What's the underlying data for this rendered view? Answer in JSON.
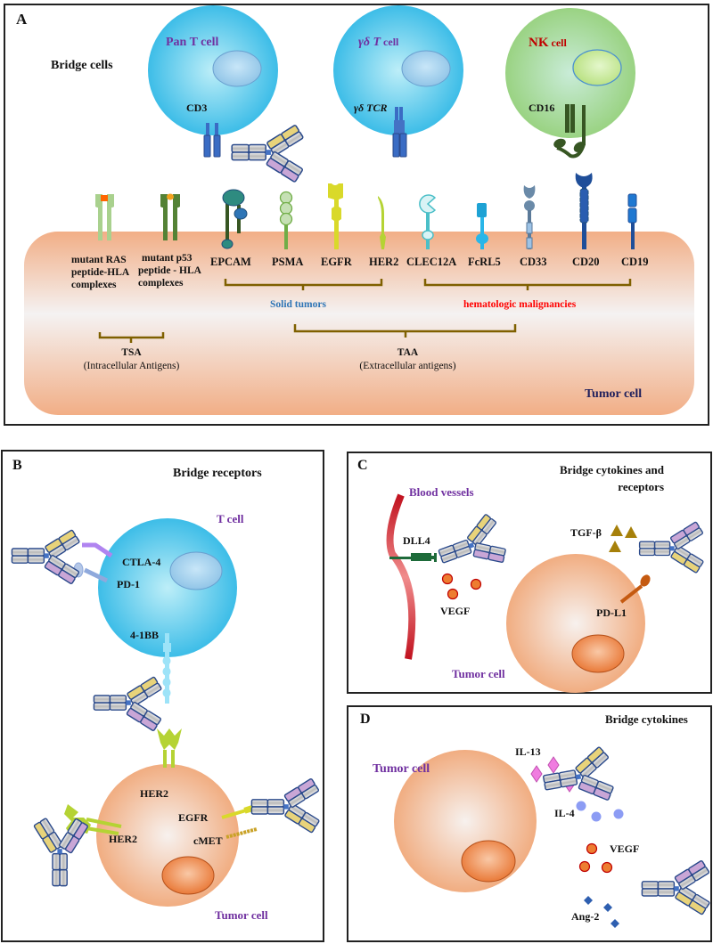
{
  "panel_a": {
    "letter": "A",
    "heading": "Bridge cells",
    "cells": [
      {
        "name": "Pan T cell",
        "receptor": "CD3"
      },
      {
        "name_prefix": "γδ T",
        "name_suffix": " cell",
        "receptor": "γδ TCR"
      },
      {
        "name_prefix": "NK",
        "name_suffix": " cell",
        "receptor": "CD16"
      }
    ],
    "antigens": [
      {
        "label_lines": [
          "mutant RAS",
          "peptide-HLA",
          "complexes"
        ]
      },
      {
        "label_lines": [
          "mutant p53",
          "peptide - HLA",
          "complexes"
        ]
      },
      {
        "label": "EPCAM"
      },
      {
        "label": "PSMA"
      },
      {
        "label": "EGFR"
      },
      {
        "label": "HER2"
      },
      {
        "label": "CLEC12A"
      },
      {
        "label": "FcRL5"
      },
      {
        "label": "CD33"
      },
      {
        "label": "CD20"
      },
      {
        "label": "CD19"
      }
    ],
    "groups": {
      "solid": "Solid tumors",
      "heme": "hematologic malignancies",
      "tsa_line1": "TSA",
      "tsa_line2": "(Intracellular Antigens)",
      "taa_line1": "TAA",
      "taa_line2": "(Extracellular antigens)"
    },
    "tumor_label": "Tumor cell"
  },
  "panel_b": {
    "letter": "B",
    "heading": "Bridge receptors",
    "t_cell": "T cell",
    "ctla4": "CTLA-4",
    "pd1": "PD-1",
    "bb4": "4-1BB",
    "her2_top": "HER2",
    "her2_left": "HER2",
    "egfr": "EGFR",
    "cmet": "cMET",
    "tumor_label": "Tumor cell"
  },
  "panel_c": {
    "letter": "C",
    "heading_line1": "Bridge cytokines and",
    "heading_line2": "receptors",
    "blood_vessels": "Blood vessels",
    "dll4": "DLL4",
    "vegf": "VEGF",
    "tgfb": "TGF-β",
    "pdl1": "PD-L1",
    "tumor_label": "Tumor cell"
  },
  "panel_d": {
    "letter": "D",
    "heading": "Bridge cytokines",
    "tumor_label": "Tumor cell",
    "il13": "IL-13",
    "il4": "IL-4",
    "vegf": "VEGF",
    "ang2": "Ang-2"
  },
  "colors": {
    "t_cell": "#3bbde8",
    "nk_cell": "#9fd47e",
    "tumor": "#f1a57a",
    "purple_label": "#7030a0",
    "nk_label": "#c00000",
    "solid_tumors": "#2e75b6",
    "heme": "#ff0000",
    "tumor_label_a": "#1f1f5c",
    "bracket": "#7f6000"
  }
}
